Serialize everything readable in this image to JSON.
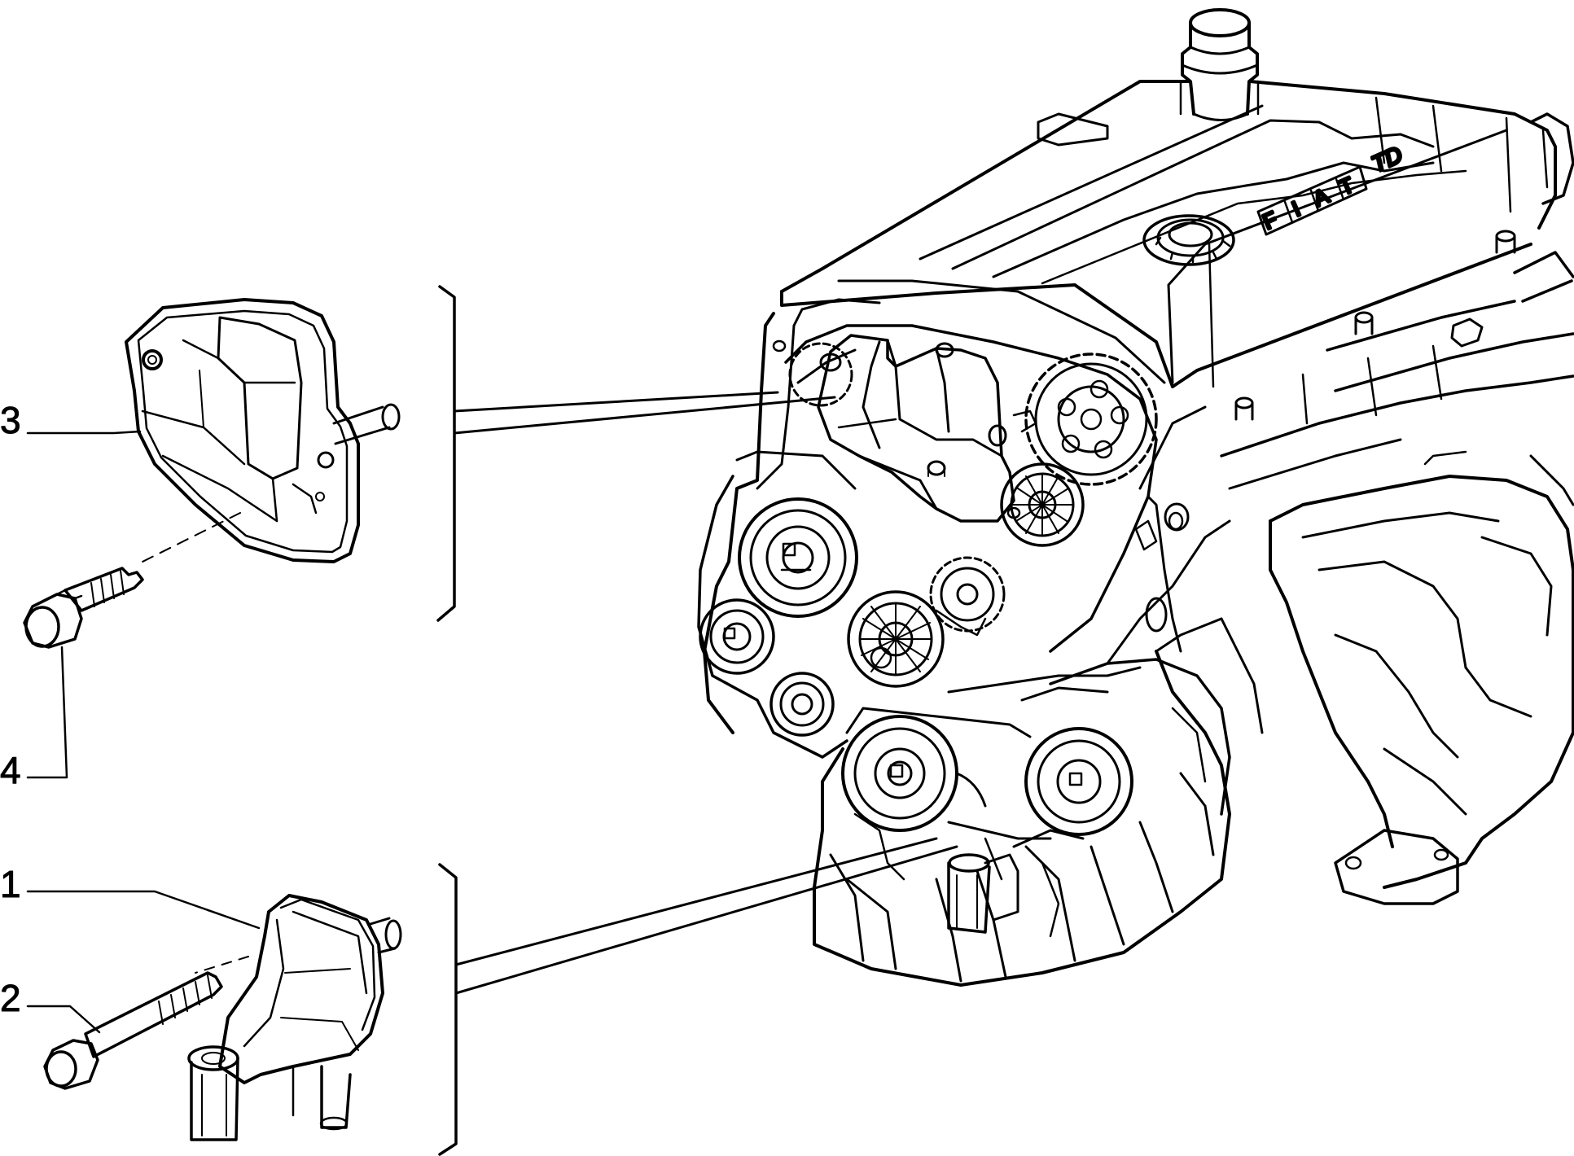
{
  "diagram": {
    "callouts": [
      {
        "id": "callout-1",
        "label": "1"
      },
      {
        "id": "callout-2",
        "label": "2"
      },
      {
        "id": "callout-3",
        "label": "3"
      },
      {
        "id": "callout-4",
        "label": "4"
      }
    ],
    "engine_logo": {
      "letters": [
        "F",
        "I",
        "A",
        "T"
      ],
      "suffix": "TD"
    }
  },
  "colors": {
    "ink": "#000000",
    "paper": "#ffffff"
  }
}
